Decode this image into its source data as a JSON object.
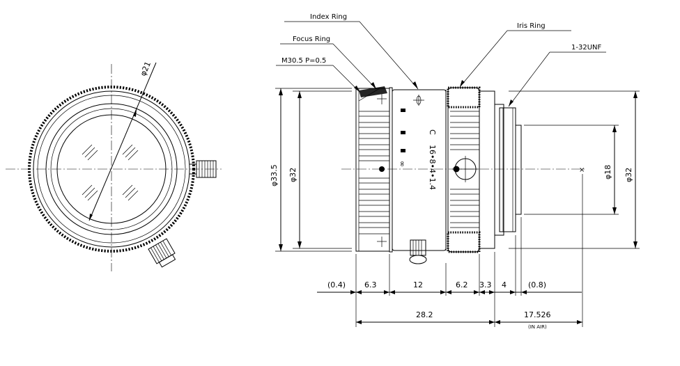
{
  "labels": {
    "index_ring": "Index Ring",
    "focus_ring": "Focus Ring",
    "thread_m": "M30.5 P=0.5",
    "iris_ring": "Iris Ring",
    "thread_unf": "1-32UNF"
  },
  "engraving": {
    "c": "C",
    "f_scale": "16•8•4•1.4",
    "infinity": "∞"
  },
  "dimensions": {
    "front_dia": "φ21",
    "outer_dia": "φ33.5",
    "body_dia": "φ32",
    "rear_dia": "φ18",
    "rear_body_dia": "φ32",
    "seg_1": "(0.4)",
    "seg_2": "6.3",
    "seg_3": "12",
    "seg_4": "6.2",
    "seg_5": "3.3",
    "seg_6": "4",
    "seg_7": "(0.8)",
    "total_length": "28.2",
    "flange_back": "17.526",
    "flange_note": "(IN AIR)"
  }
}
